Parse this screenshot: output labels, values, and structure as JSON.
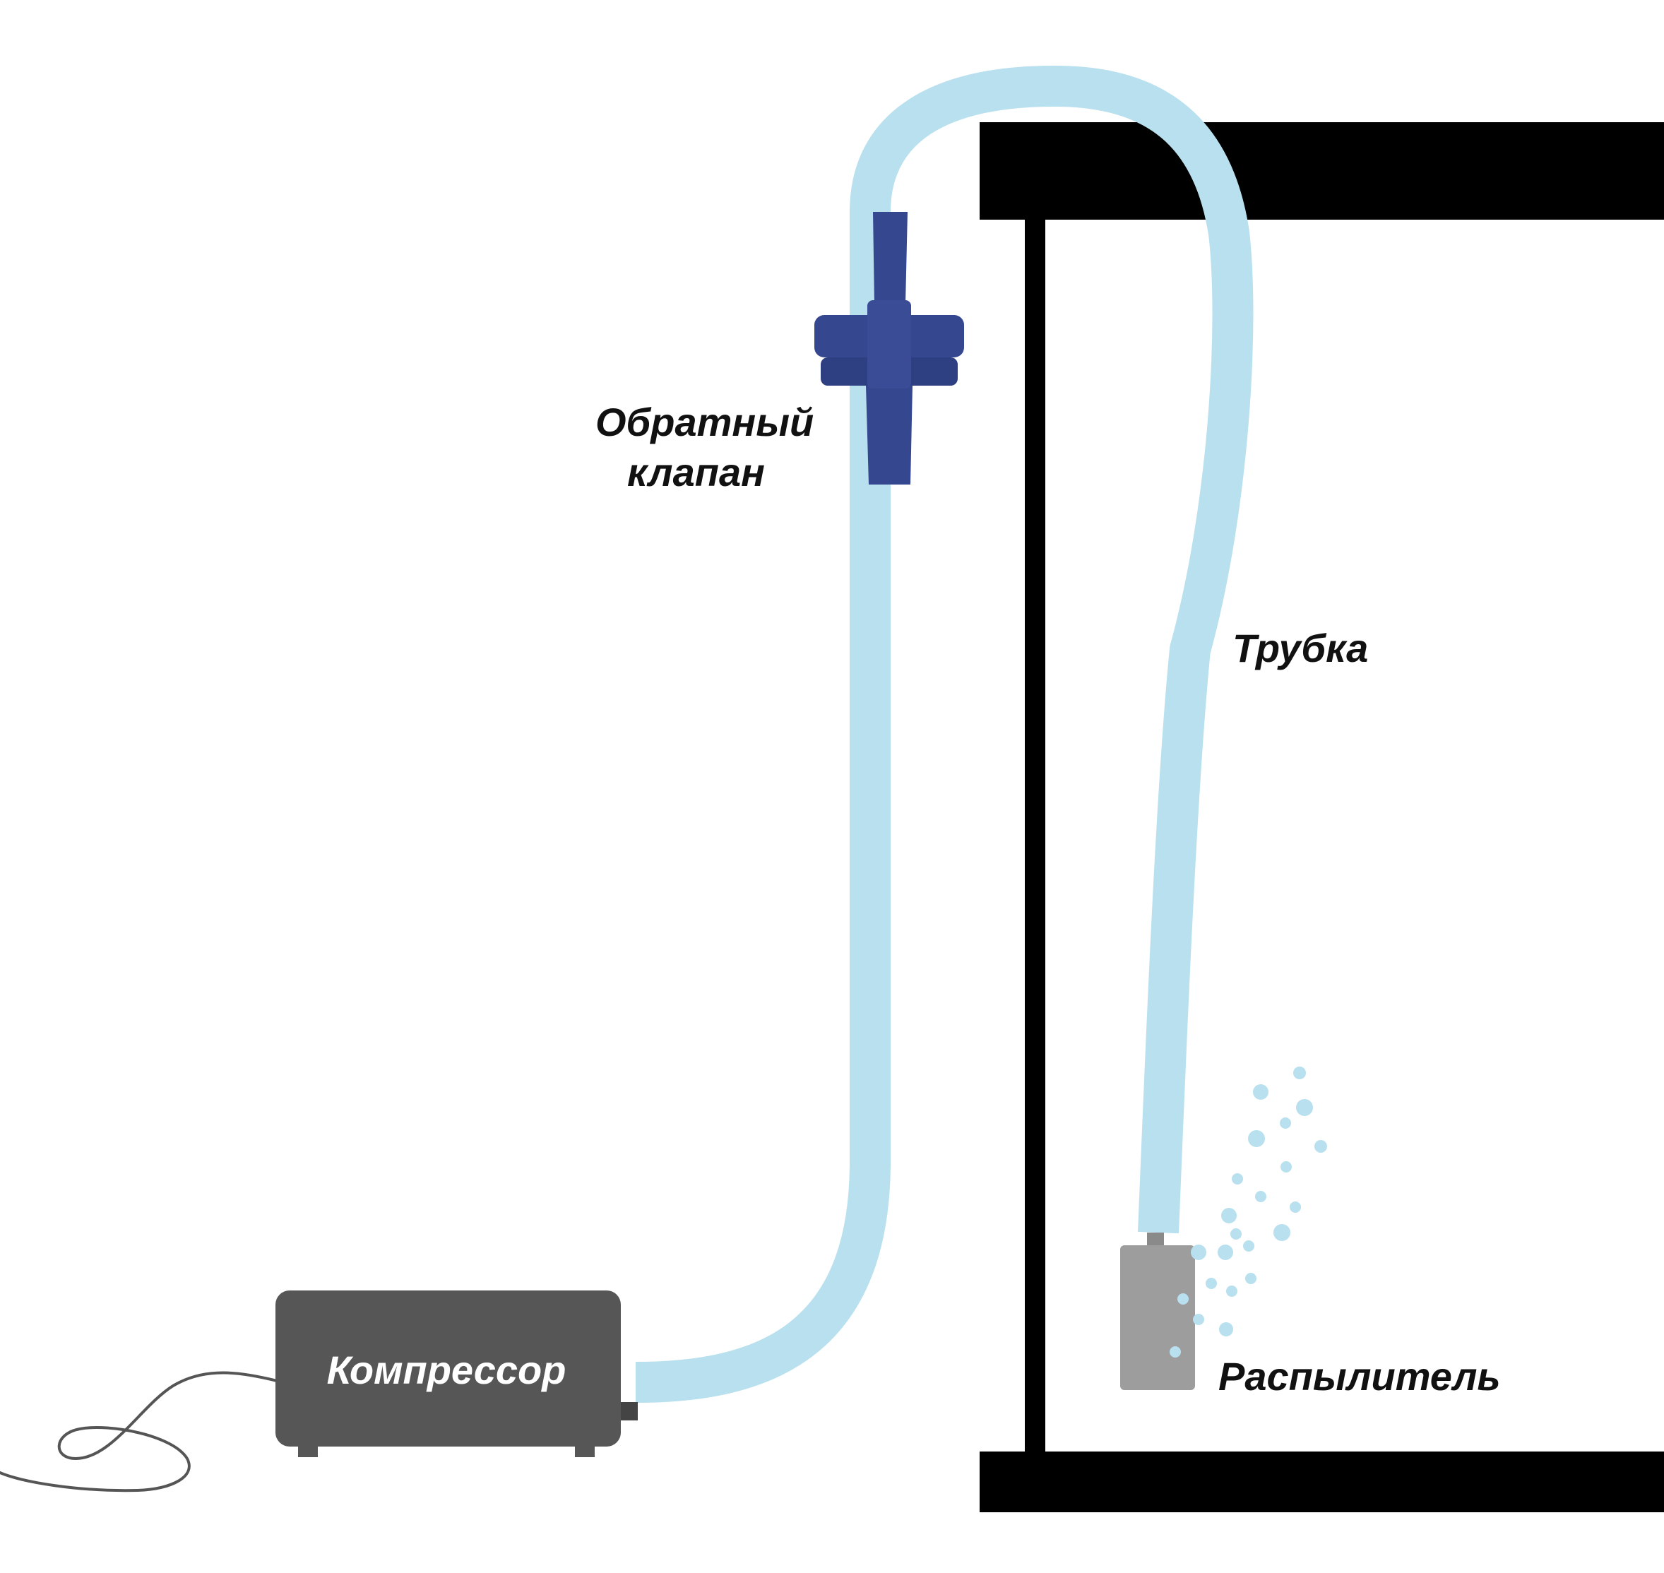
{
  "labels": {
    "check_valve_line1": "Обратный",
    "check_valve_line2": "клапан",
    "tube": "Трубка",
    "sprayer": "Распылитель",
    "compressor": "Компрессор"
  },
  "colors": {
    "tube": "#b8e0ee",
    "valve": "#35478f",
    "valve_dark": "#2a3a7a",
    "compressor_body": "#575656",
    "sprayer_body": "#9d9d9d",
    "aquarium_frame": "#000000",
    "bubbles": "#b8e0ee",
    "cord": "#555555"
  }
}
